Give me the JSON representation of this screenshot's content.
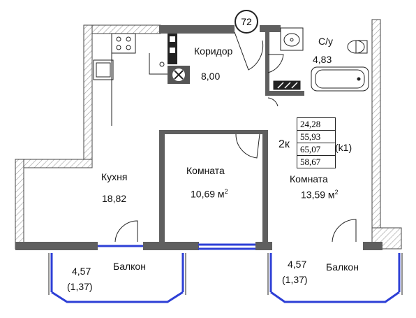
{
  "unit_number": "72",
  "rooms": {
    "corridor": {
      "name": "Коридор",
      "area": "8,00"
    },
    "bathroom": {
      "name": "С/у",
      "area": "4,83"
    },
    "kitchen": {
      "name": "Кухня",
      "area": "18,82"
    },
    "room1": {
      "name": "Комната",
      "area": "10,69 м",
      "unit_sup": "2"
    },
    "room2": {
      "name": "Комната",
      "area": "13,59 м",
      "unit_sup": "2"
    },
    "balcony1": {
      "name": "Балкон",
      "area": "4,57",
      "reduced": "(1,37)"
    },
    "balcony2": {
      "name": "Балкон",
      "area": "4,57",
      "reduced": "(1,37)"
    }
  },
  "summary": {
    "type": "2к",
    "coef": "(k1)",
    "areas": [
      "24,28",
      "55,93",
      "65,07",
      "58,67"
    ]
  },
  "colors": {
    "wall": "#5f5f5f",
    "hatch": "#9a9a9a",
    "window": "#2d3fd6",
    "line": "#222222"
  }
}
